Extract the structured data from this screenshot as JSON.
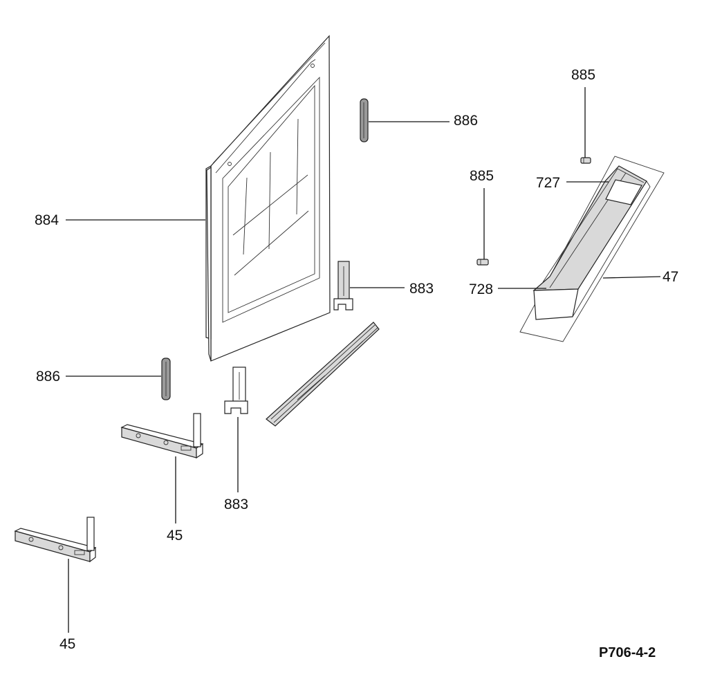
{
  "callouts": {
    "c884": "884",
    "c886_top": "886",
    "c886_left": "886",
    "c885_right": "885",
    "c885_left": "885",
    "c727": "727",
    "c728": "728",
    "c47": "47",
    "c883_right": "883",
    "c883_bottom": "883",
    "c45_mid": "45",
    "c45_bottom": "45"
  },
  "diagram_code": "P706-4-2"
}
